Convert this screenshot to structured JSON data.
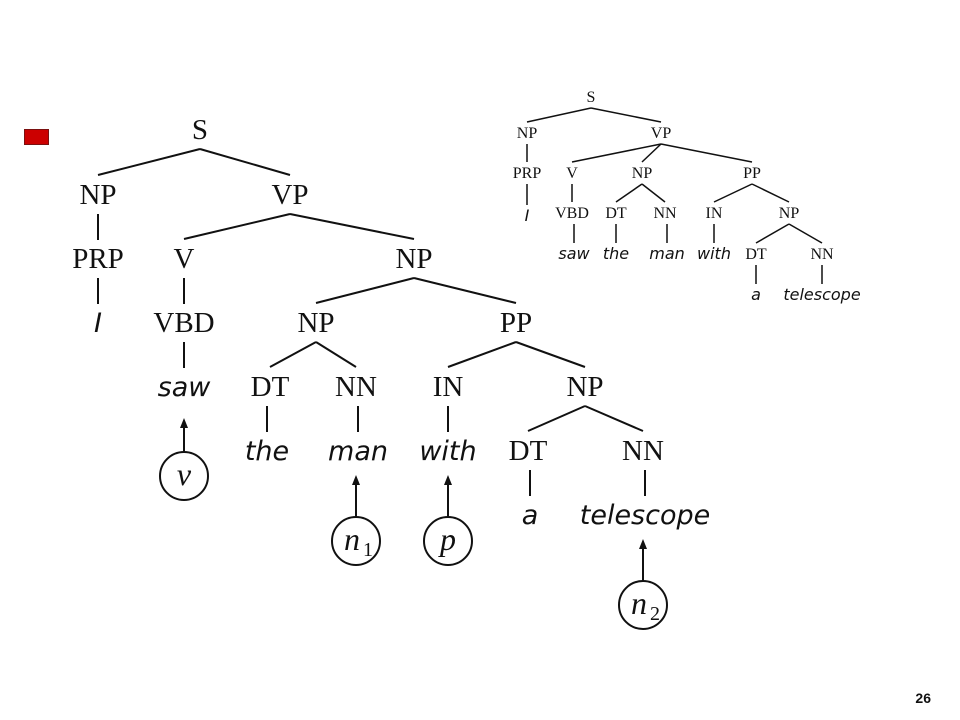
{
  "slide": {
    "page_number": "26",
    "bullet_color": "#cc0000"
  },
  "large_tree": {
    "root": "S",
    "np_subject": "NP",
    "prp": "PRP",
    "pronoun": "I",
    "vp": "VP",
    "v": "V",
    "vbd": "VBD",
    "verb": "saw",
    "np_object": "NP",
    "np_inner": "NP",
    "dt_1": "DT",
    "det_1": "the",
    "nn_1": "NN",
    "noun_1": "man",
    "pp": "PP",
    "in": "IN",
    "prep": "with",
    "np_pp": "NP",
    "dt_2": "DT",
    "det_2": "a",
    "nn_2": "NN",
    "noun_2": "telescope",
    "markers": {
      "v": {
        "letter": "v",
        "sub": ""
      },
      "n1": {
        "letter": "n",
        "sub": "1"
      },
      "p": {
        "letter": "p",
        "sub": ""
      },
      "n2": {
        "letter": "n",
        "sub": "2"
      }
    }
  },
  "small_tree": {
    "root": "S",
    "np_subject": "NP",
    "prp": "PRP",
    "pronoun": "I",
    "vp": "VP",
    "v": "V",
    "vbd": "VBD",
    "verb": "saw",
    "np_object": "NP",
    "dt_1": "DT",
    "det_1": "the",
    "nn_1": "NN",
    "noun_1": "man",
    "pp": "PP",
    "in": "IN",
    "prep": "with",
    "np_pp": "NP",
    "dt_2": "DT",
    "det_2": "a",
    "nn_2": "NN",
    "noun_2": "telescope"
  }
}
